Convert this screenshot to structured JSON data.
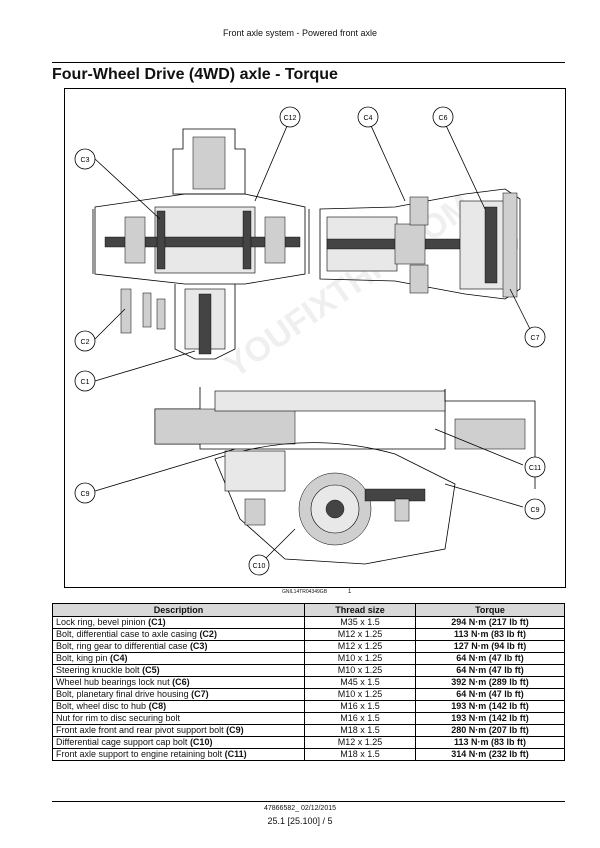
{
  "header": {
    "text": "Front axle system - Powered front axle"
  },
  "title": "Four-Wheel Drive (4WD) axle - Torque",
  "figure": {
    "callouts": [
      "C12",
      "C4",
      "C6",
      "C3",
      "C2",
      "C1",
      "C7",
      "C11",
      "C9",
      "C9",
      "C10"
    ],
    "image_id": "GNIL14TR04349GB",
    "number": "1",
    "watermark": "YOUFIXTHIS.COM"
  },
  "table": {
    "headers": [
      "Description",
      "Thread size",
      "Torque"
    ],
    "rows": [
      {
        "desc": "Lock ring, bevel pinion",
        "code": "(C1)",
        "thread": "M35 x 1.5",
        "torque": "294 N·m (217 lb ft)"
      },
      {
        "desc": "Bolt, differential case to axle casing",
        "code": "(C2)",
        "thread": "M12 x 1.25",
        "torque": "113 N·m (83 lb ft)"
      },
      {
        "desc": "Bolt, ring gear to differential case",
        "code": "(C3)",
        "thread": "M12 x 1.25",
        "torque": "127 N·m (94 lb ft)"
      },
      {
        "desc": "Bolt, king pin",
        "code": "(C4)",
        "thread": "M10 x 1.25",
        "torque": "64 N·m (47 lb ft)"
      },
      {
        "desc": "Steering knuckle bolt",
        "code": "(C5)",
        "thread": "M10 x 1.25",
        "torque": "64 N·m (47 lb ft)"
      },
      {
        "desc": "Wheel hub bearings lock nut",
        "code": "(C6)",
        "thread": "M45 x 1.5",
        "torque": "392 N·m (289 lb ft)"
      },
      {
        "desc": "Bolt, planetary final drive housing",
        "code": "(C7)",
        "thread": "M10 x 1.25",
        "torque": "64 N·m (47 lb ft)"
      },
      {
        "desc": "Bolt, wheel disc to hub",
        "code": "(C8)",
        "thread": "M16 x 1.5",
        "torque": "193 N·m (142 lb ft)"
      },
      {
        "desc": "Nut for rim to disc securing bolt",
        "code": "",
        "thread": "M16 x 1.5",
        "torque": "193 N·m (142 lb ft)"
      },
      {
        "desc": "Front axle front and rear pivot support bolt",
        "code": "(C9)",
        "thread": "M18 x 1.5",
        "torque": "280 N·m (207 lb ft)"
      },
      {
        "desc": "Differential cage support cap bolt",
        "code": "(C10)",
        "thread": "M12 x 1.25",
        "torque": "113 N·m (83 lb ft)"
      },
      {
        "desc": "Front axle support to engine retaining bolt",
        "code": "(C11)",
        "thread": "M18 x 1.5",
        "torque": "314 N·m (232 lb ft)"
      }
    ]
  },
  "footer": {
    "doc_ref": "47866582_ 02/12/2015",
    "page": "25.1 [25.100] / 5"
  }
}
